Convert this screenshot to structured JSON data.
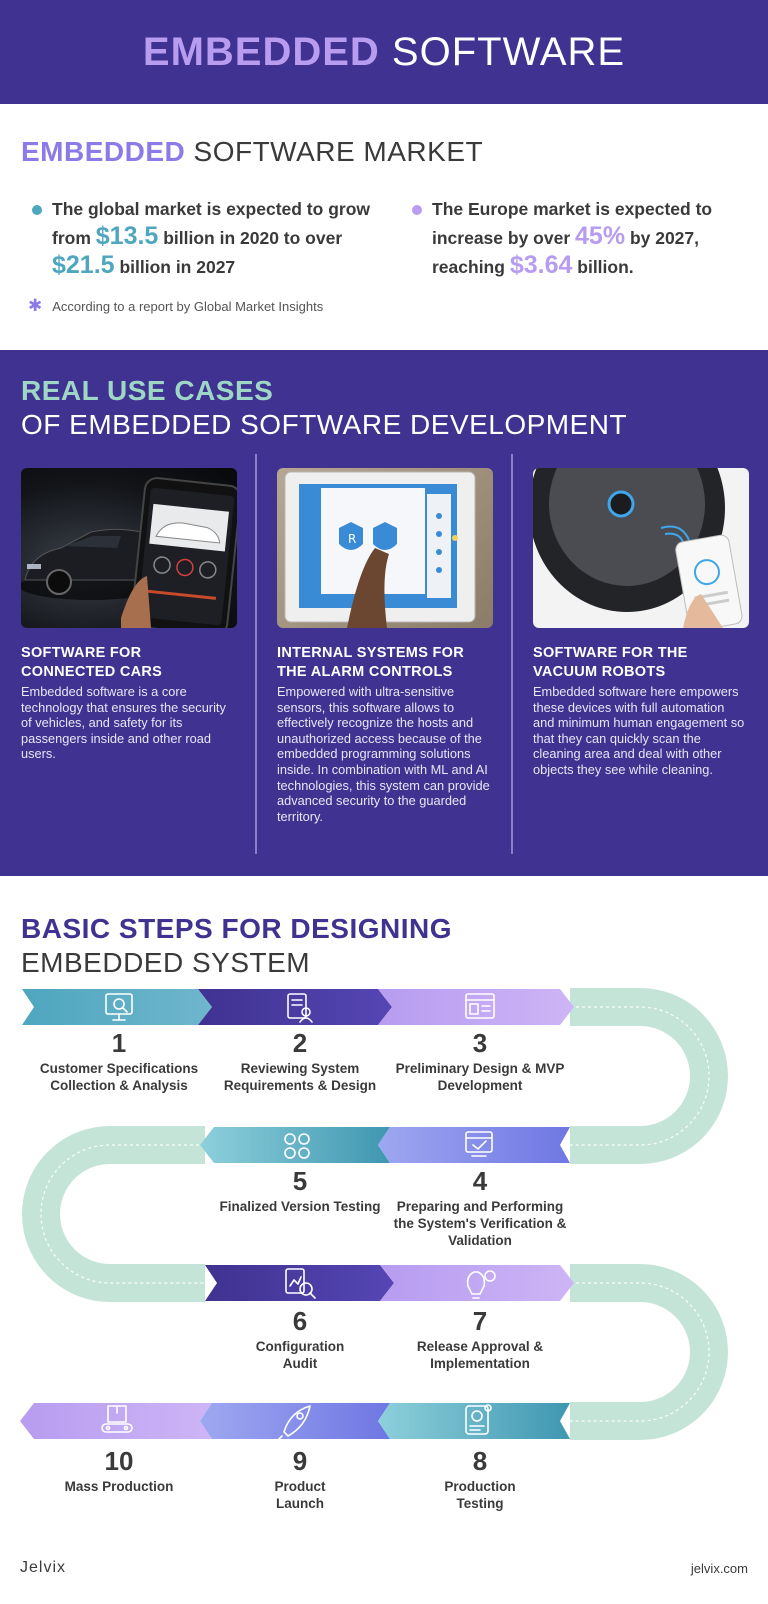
{
  "header": {
    "title_accent": "EMBEDDED",
    "title_rest": "SOFTWARE"
  },
  "market": {
    "title_accent": "EMBEDDED",
    "title_rest": "SOFTWARE MARKET",
    "bullet_left": {
      "part1": "The global market is expected to grow from",
      "value1": "$13.5",
      "part2": "billion in 2020 to over",
      "value2": "$21.5",
      "part3": "billion in 2027"
    },
    "bullet_right": {
      "part1": "The Europe market is expected to increase by over",
      "value1": "45%",
      "part2": "by 2027, reaching",
      "value2": "$3.64",
      "part3": "billion."
    },
    "source": "According to a report by Global Market Insights"
  },
  "cases": {
    "title_accent": "REAL USE CASES",
    "title_rest": "OF EMBEDDED SOFTWARE DEVELOPMENT",
    "items": [
      {
        "title": "SOFTWARE FOR CONNECTED CARS",
        "text": "Embedded software is a core technology that ensures the security of vehicles, and safety for its passengers inside and other road users."
      },
      {
        "title": "INTERNAL SYSTEMS FOR THE ALARM CONTROLS",
        "text": "Empowered with ultra-sensitive sensors, this software allows to effectively recognize the hosts and unauthorized access because of the embedded programming solutions inside. In combination with ML and AI technologies, this system can provide advanced security to the guarded territory."
      },
      {
        "title": "SOFTWARE FOR THE VACUUM ROBOTS",
        "text": "Embedded software here empowers these devices with full automation and minimum human engagement so that they can quickly scan the cleaning area and deal with other objects they see while cleaning."
      }
    ]
  },
  "steps": {
    "title_accent": "BASIC STEPS FOR DESIGNING",
    "title_rest": "EMBEDDED SYSTEM",
    "items": [
      {
        "num": "1",
        "label": "Customer Specifications Collection & Analysis",
        "icon": "magnifier-screen-icon"
      },
      {
        "num": "2",
        "label": "Reviewing System Requirements & Design",
        "icon": "checklist-person-icon"
      },
      {
        "num": "3",
        "label": "Preliminary Design & MVP Development",
        "icon": "layout-window-icon"
      },
      {
        "num": "4",
        "label": "Preparing and Performing the System's Verification & Validation",
        "icon": "browser-check-icon"
      },
      {
        "num": "5",
        "label": "Finalized Version Testing",
        "icon": "gears-icon"
      },
      {
        "num": "6",
        "label": "Configuration Audit",
        "icon": "report-magnifier-icon"
      },
      {
        "num": "7",
        "label": "Release Approval & Implementation",
        "icon": "lightbulb-gear-icon"
      },
      {
        "num": "8",
        "label": "Production Testing",
        "icon": "tablet-chart-icon"
      },
      {
        "num": "9",
        "label": "Product Launch",
        "icon": "rocket-icon"
      },
      {
        "num": "10",
        "label": "Mass Production",
        "icon": "box-conveyor-icon"
      }
    ]
  },
  "footer": {
    "logo": "Jelvix",
    "url": "jelvix.com"
  },
  "colors": {
    "purple_dark": "#3f3290",
    "purple_light": "#b89cf0",
    "teal": "#4ea6bf",
    "mint": "#c5e4d8"
  }
}
